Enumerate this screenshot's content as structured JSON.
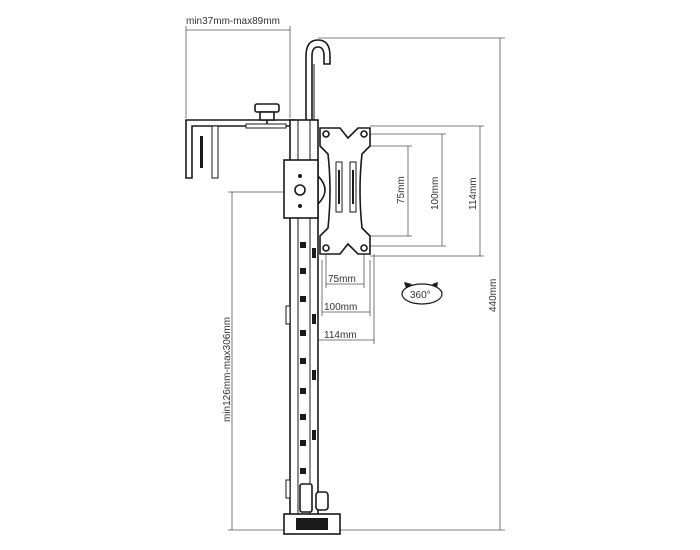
{
  "dimensions": {
    "clamp_range": "min37mm-max89mm",
    "height_range": "min126mm-max306mm",
    "total_height": "440mm",
    "plate_75": "75mm",
    "plate_100": "100mm",
    "plate_114": "114mm",
    "rotation": "360°"
  },
  "colors": {
    "line": "#1a1a1a",
    "dimension_line": "#555555",
    "background": "#ffffff"
  },
  "icons": {
    "rotation_indicator": "rotate-360-icon"
  }
}
